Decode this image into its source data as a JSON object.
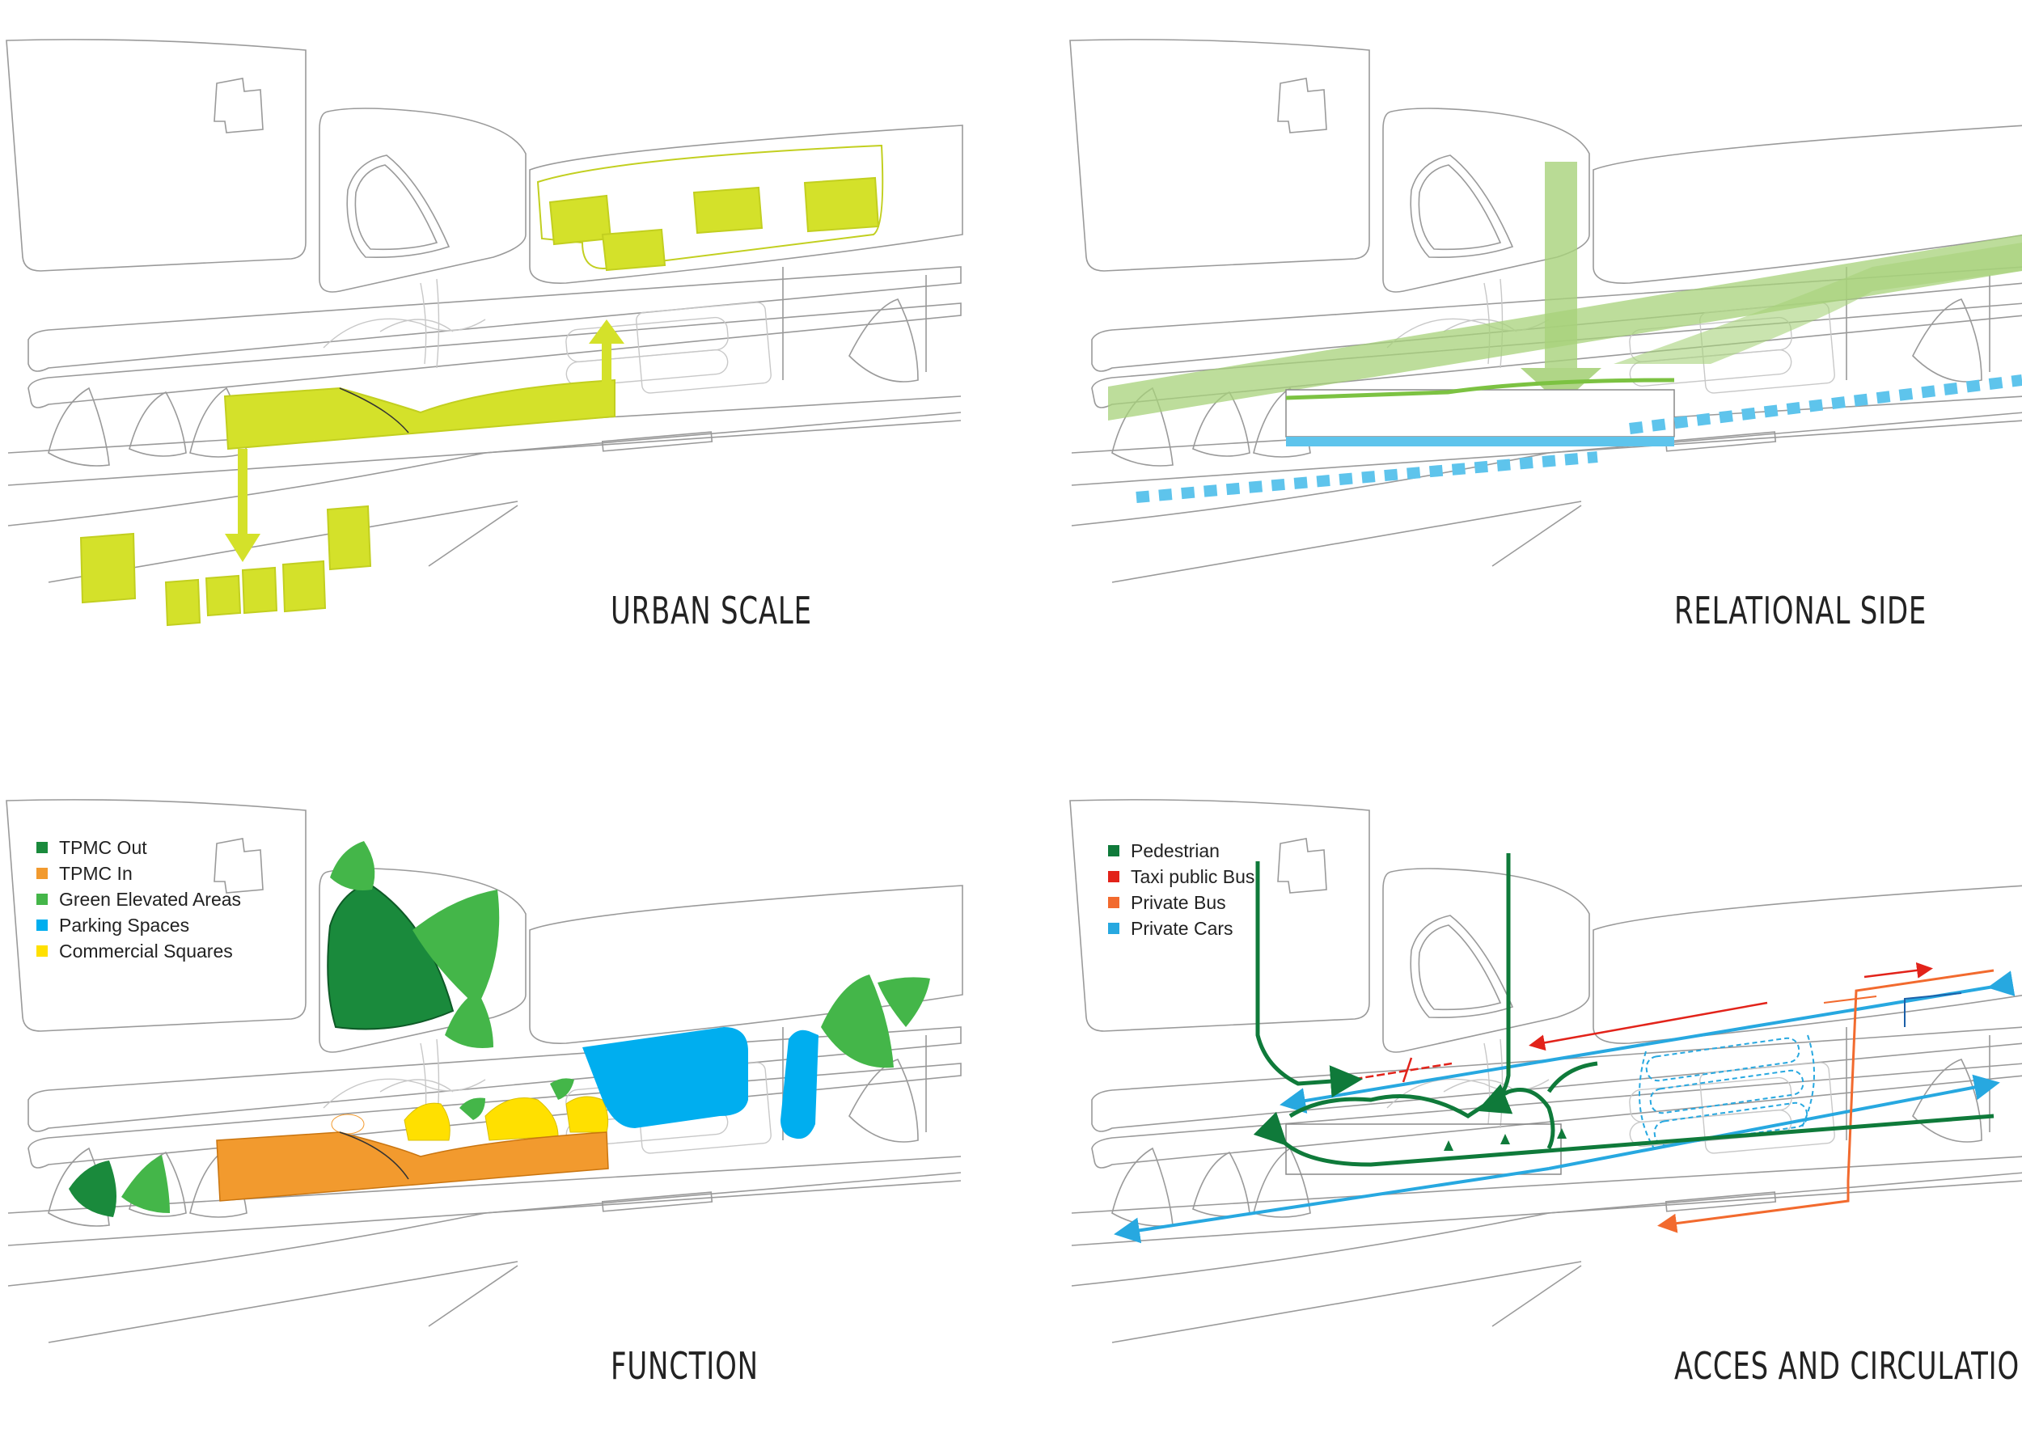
{
  "panels": {
    "urban_scale": {
      "title": "URBAN SCALE"
    },
    "relational_side": {
      "title": "RELATIONAL SIDE"
    },
    "function": {
      "title": "FUNCTION",
      "legend": [
        {
          "label": "TPMC Out",
          "color": "#1a8a3c"
        },
        {
          "label": "TPMC In",
          "color": "#f29a2e"
        },
        {
          "label": "Green Elevated Areas",
          "color": "#44b649"
        },
        {
          "label": "Parking Spaces",
          "color": "#00aeef"
        },
        {
          "label": "Commercial Squares",
          "color": "#ffe000"
        }
      ]
    },
    "access": {
      "title": "ACCES AND CIRCULATION",
      "legend": [
        {
          "label": "Pedestrian",
          "color": "#0f7a3a"
        },
        {
          "label": "Taxi public Bus",
          "color": "#e2231a"
        },
        {
          "label": "Private Bus",
          "color": "#f26a2e"
        },
        {
          "label": "Private Cars",
          "color": "#27a8e0"
        }
      ]
    }
  },
  "colors": {
    "lime": "#d4e12a",
    "light_green": "#a7d27a",
    "mid_green": "#7cc242",
    "light_blue": "#5ec4ec",
    "dark_green": "#1a8a3c",
    "orange": "#f29a2e",
    "green": "#44b649",
    "blue": "#00aeef",
    "yellow": "#ffe000"
  }
}
